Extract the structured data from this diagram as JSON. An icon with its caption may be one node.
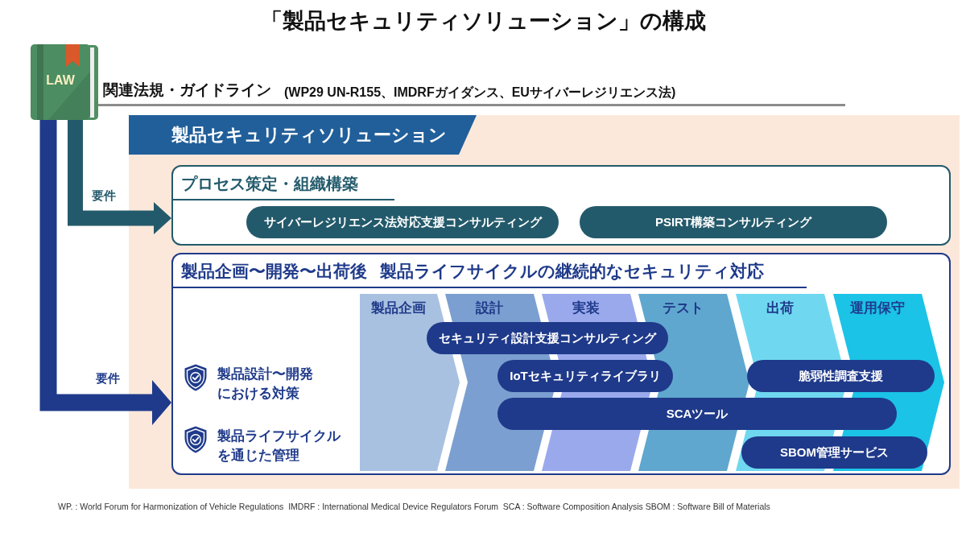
{
  "diagram": {
    "title": "「製品セキュリティソリューション」の構成",
    "nodes": [
      {
        "text": [
          "LAW"
        ],
        "beside": [
          "関連法規・ガイドライン",
          "(WP29 UN-R155、IMDRFガイダンス、EUサイバーレジリエンス法)"
        ]
      },
      {
        "text": [
          "製品セキュリティソリューション"
        ]
      },
      {
        "text": [
          "プロセス策定・組織構築"
        ],
        "in": 1
      },
      {
        "text": [
          "サイバーレジリエンス法対応支援コンサルティング"
        ],
        "in": 2
      },
      {
        "text": [
          "PSIRT構築コンサルティング"
        ],
        "in": 2
      },
      {
        "text": [
          "製品企画〜開発〜出荷後 製品ライフサイクルの継続的なセキュリティ対応",
          "製品設計〜開発における対策",
          "製品ライフサイクルを通じた管理"
        ],
        "in": 1
      },
      {
        "text": [
          "製品企画"
        ],
        "in": 5
      },
      {
        "text": [
          "設計"
        ],
        "in": 5
      },
      {
        "text": [
          "実装"
        ],
        "in": 5
      },
      {
        "text": [
          "テスト"
        ],
        "in": 5
      },
      {
        "text": [
          "出荷"
        ],
        "in": 5
      },
      {
        "text": [
          "運用保守"
        ],
        "in": 5
      },
      {
        "text": [
          "セキュリティ設計支援コンサルティング"
        ],
        "in": 5
      },
      {
        "text": [
          "IoTセキュリティライブラリ"
        ],
        "in": 5
      },
      {
        "text": [
          "脆弱性調査支援"
        ],
        "in": 5
      },
      {
        "text": [
          "SCAツール"
        ],
        "in": 5
      },
      {
        "text": [
          "SBOM管理サービス"
        ],
        "in": 5
      }
    ],
    "edges": [
      {
        "from": 0,
        "to": 2,
        "arrow": "to",
        "label": "要件",
        "color": "#235a6b"
      },
      {
        "from": 0,
        "to": 5,
        "arrow": "to",
        "label": "要件",
        "color": "#1f3a8a"
      }
    ],
    "labels": [
      "WP. : World Forum for Harmonization of Vehicle Regulations  IMDRF : International Medical Device Regulators Forum  SCA : Software Composition Analysis SBOM : Software Bill of Materials"
    ]
  }
}
